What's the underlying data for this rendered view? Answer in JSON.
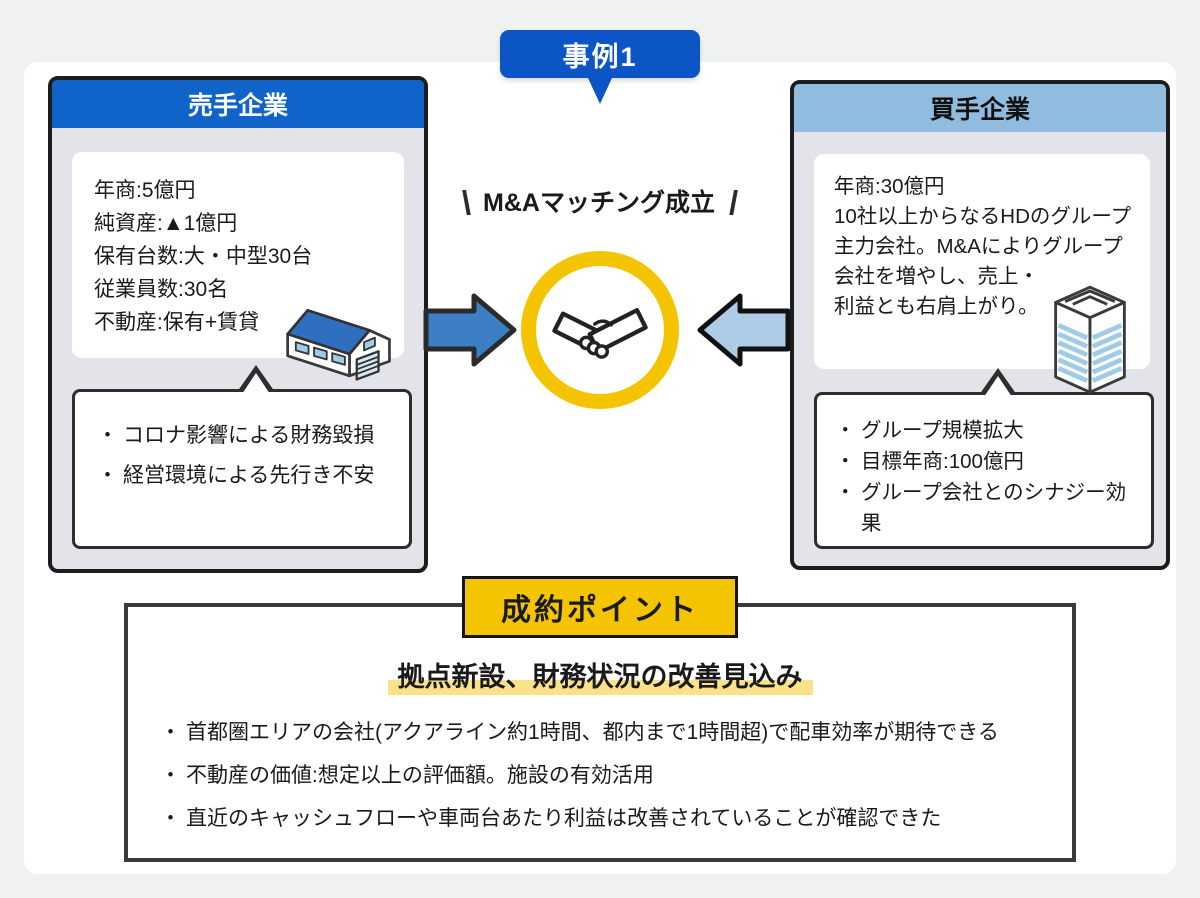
{
  "ui": {
    "bullet_char": "・"
  },
  "colors": {
    "page_bg": "#f0f1f2",
    "panel_bg": "#ffffff",
    "badge_blue": "#0c55c6",
    "seller_header_blue": "#1063c8",
    "buyer_header_blue": "#8fbcdf",
    "box_body_gray": "#e2e4e9",
    "border_dark": "#1c1c1c",
    "gold": "#f5c400",
    "highlight_yellow": "#fae289",
    "arrow_blue": "#3d7fc4",
    "arrow_light_blue": "#aecbe8",
    "icon_blue": "#2e6fc0",
    "icon_light_blue": "#9fcbe8"
  },
  "badge": {
    "label": "事例1"
  },
  "seller": {
    "title": "売手企業",
    "info_lines": [
      "年商:5億円",
      "純資産:▲1億円",
      "保有台数:大・中型30台",
      "従業員数:30名",
      "不動産:保有+賃貸"
    ],
    "bullets": [
      "コロナ影響による財務毀損",
      "経営環境による先行き不安"
    ]
  },
  "match": {
    "slash_left": "\\",
    "label": "M&Aマッチング成立",
    "slash_right": "/"
  },
  "buyer": {
    "title": "買手企業",
    "info_lines": [
      "年商:30億円",
      "10社以上からなるHDのグループ",
      "主力会社。M&Aによりグループ",
      "会社を増やし、売上・",
      "利益とも右肩上がり。"
    ],
    "bullets": [
      "グループ規模拡大",
      "目標年商:100億円",
      "グループ会社とのシナジー効果"
    ]
  },
  "points": {
    "title": "成約ポイント",
    "heading": "拠点新設、財務状況の改善見込み",
    "bullets": [
      "首都圏エリアの会社(アクアライン約1時間、都内まで1時間超)で配車効率が期待できる",
      "不動産の価値:想定以上の評価額。施設の有効活用",
      "直近のキャッシュフローや車両台あたり利益は改善されていることが確認できた"
    ]
  }
}
